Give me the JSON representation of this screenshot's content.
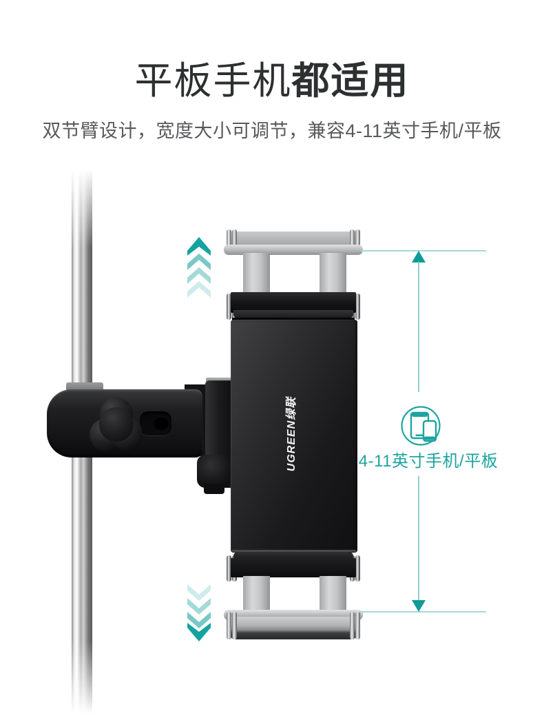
{
  "header": {
    "title_regular": "平板手机",
    "title_bold": "都适用",
    "subtitle": "双节臂设计，宽度大小可调节，兼容4-11英寸手机/平板"
  },
  "product": {
    "brand_logo": "UGREEN绿联"
  },
  "annotation": {
    "compat_label": "4-11英寸手机/平板",
    "accent_teal": "#1ca4a0",
    "arrow_teal": "#0f9b97",
    "line_teal": "#a6d8d6",
    "device_icon": "phone-tablet-icon",
    "up_arrows_icon": "chevron-up-icon",
    "down_arrows_icon": "chevron-down-icon"
  }
}
